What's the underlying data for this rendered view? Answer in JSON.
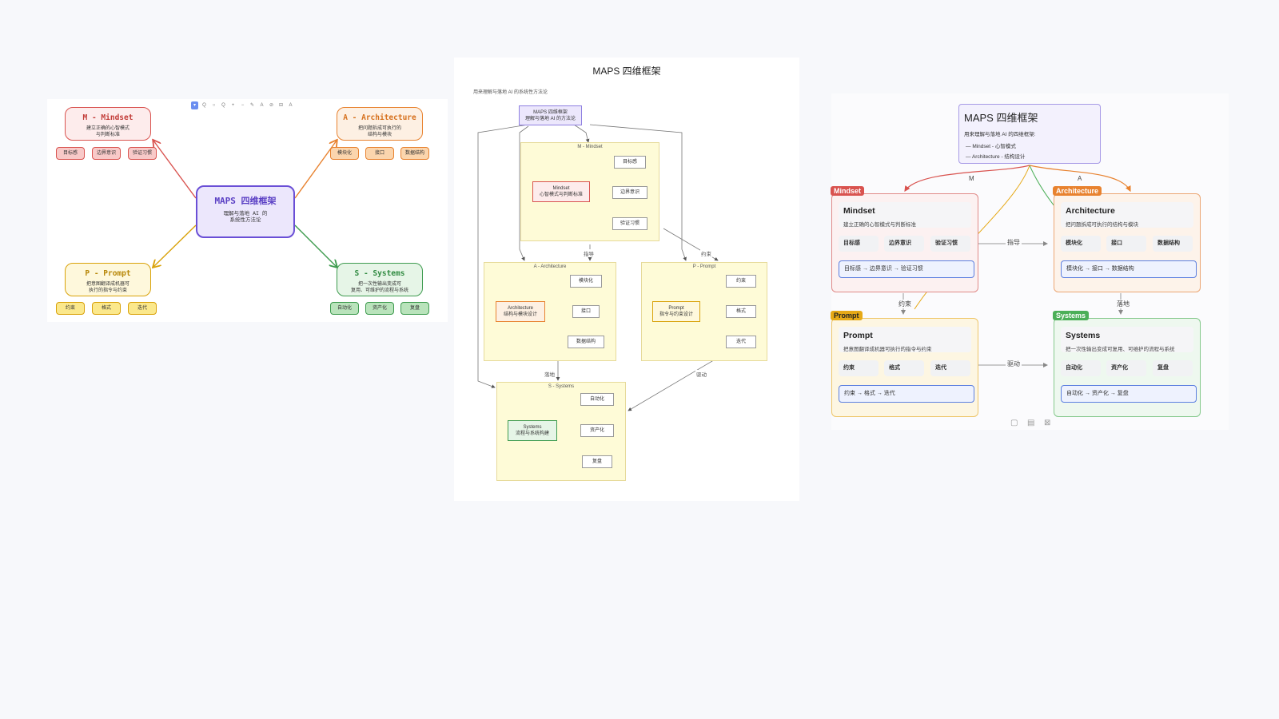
{
  "panel1": {
    "toolbar": [
      "▾",
      "Q",
      "○",
      "Q",
      "+",
      "−",
      "✎",
      "A",
      "⊘",
      "⊟",
      "A"
    ],
    "center": {
      "title": "MAPS 四维框架",
      "desc_1": "理解与落地 AI 的",
      "desc_2": "系统性方法论"
    },
    "mindset": {
      "title": "M - Mindset",
      "desc_1": "建立正确的心智模式",
      "desc_2": "与判断标准",
      "chips": [
        "目标感",
        "边界意识",
        "验证习惯"
      ]
    },
    "architecture": {
      "title": "A - Architecture",
      "desc_1": "把问题拆成可执行的",
      "desc_2": "结构与模块",
      "chips": [
        "模块化",
        "接口",
        "数据结构"
      ]
    },
    "prompt": {
      "title": "P - Prompt",
      "desc_1": "把意图翻译成机器可",
      "desc_2": "执行的指令与约束",
      "chips": [
        "约束",
        "格式",
        "迭代"
      ]
    },
    "systems": {
      "title": "S - Systems",
      "desc_1": "把一次性输出变成可",
      "desc_2": "复用、可维护的流程与系统",
      "chips": [
        "自动化",
        "资产化",
        "复盘"
      ]
    },
    "colors": {
      "mindset": "#d9534f",
      "architecture": "#e8822f",
      "prompt": "#d9a20a",
      "systems": "#3e9b4f",
      "center": "#6a4fd6"
    }
  },
  "panel2": {
    "title": "MAPS 四维框架",
    "subtitle": "用来理解与落地 AI 的系统性方法论",
    "root": {
      "line1": "MAPS 四维框架",
      "line2": "理解与落地 AI 的方法论"
    },
    "m": {
      "group": "M - Mindset",
      "node1": "Mindset",
      "node2": "心智模式与判断标准",
      "leaves": [
        "目标感",
        "边界意识",
        "验证习惯"
      ]
    },
    "a": {
      "group": "A - Architecture",
      "node1": "Architecture",
      "node2": "结构与模块设计",
      "leaves": [
        "模块化",
        "接口",
        "数据结构"
      ]
    },
    "p": {
      "group": "P - Prompt",
      "node1": "Prompt",
      "node2": "指令与约束设计",
      "leaves": [
        "约束",
        "格式",
        "迭代"
      ]
    },
    "s": {
      "group": "S - Systems",
      "node1": "Systems",
      "node2": "流程与系统构建",
      "leaves": [
        "自动化",
        "资产化",
        "复盘"
      ]
    },
    "edges": {
      "guide": "指导",
      "constrain": "约束",
      "land": "落地",
      "drive": "驱动"
    }
  },
  "panel3": {
    "title": "MAPS 四维框架",
    "subtitle": "用来理解与落地 AI 的四维框架:",
    "list": [
      "Mindset - 心智模式",
      "Architecture - 结构设计"
    ],
    "branch_m": "M",
    "branch_a": "A",
    "mindset": {
      "tag": "Mindset",
      "title": "Mindset",
      "desc": "建立正确的心智模式与判断标准",
      "pills": [
        "目标感",
        "边界意识",
        "验证习惯"
      ],
      "flow": "目标感 → 边界意识 → 验证习惯"
    },
    "architecture": {
      "tag": "Architecture",
      "title": "Architecture",
      "desc": "把问题拆成可执行的结构与模块",
      "pills": [
        "模块化",
        "接口",
        "数据结构"
      ],
      "flow": "模块化 → 接口 → 数据结构"
    },
    "prompt": {
      "tag": "Prompt",
      "title": "Prompt",
      "desc": "把意图翻译成机器可执行的指令与约束",
      "pills": [
        "约束",
        "格式",
        "迭代"
      ],
      "flow": "约束 → 格式 → 迭代"
    },
    "systems": {
      "tag": "Systems",
      "title": "Systems",
      "desc": "把一次性输出变成可复用、可维护的流程与系统",
      "pills": [
        "自动化",
        "资产化",
        "复盘"
      ],
      "flow": "自动化 → 资产化 → 复盘"
    },
    "edges": {
      "guide": "指导",
      "constrain": "约束",
      "land": "落地",
      "drive": "驱动"
    },
    "footer_icons": [
      "▢",
      "▤",
      "⊠"
    ],
    "colors": {
      "mindset": "#d9534f",
      "architecture": "#e8822f",
      "prompt": "#e6a917",
      "systems": "#4caf58",
      "title": "#a79ae6",
      "flow": "#5b7fe0"
    }
  }
}
